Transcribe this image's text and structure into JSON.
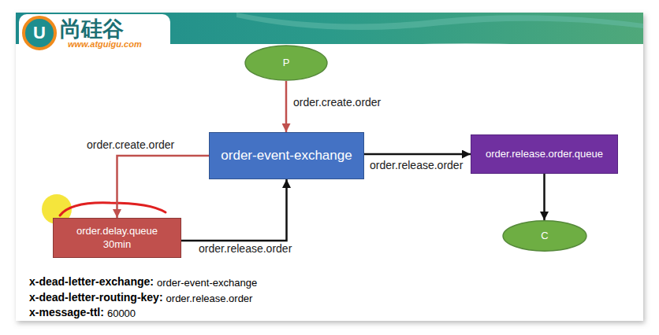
{
  "diagram": {
    "nodes": [
      {
        "text": [
          "P"
        ]
      },
      {
        "text": [
          "order-event-exchange"
        ]
      },
      {
        "text": [
          "order.release.order.queue"
        ]
      },
      {
        "text": [
          "order.delay.queue",
          "30min"
        ]
      },
      {
        "text": [
          "C"
        ]
      }
    ],
    "edges": [
      {
        "from": 0,
        "to": 1,
        "label": "order.create.order",
        "arrow": "to"
      },
      {
        "from": 1,
        "to": 3,
        "label": "order.create.order",
        "arrow": "to"
      },
      {
        "from": 1,
        "to": 2,
        "label": "order.release.order",
        "arrow": "to"
      },
      {
        "from": 3,
        "to": 1,
        "label": "order.release.order",
        "arrow": "to"
      },
      {
        "from": 2,
        "to": 4,
        "arrow": "to"
      }
    ],
    "labels": [
      "U",
      "尚硅谷",
      "www.atguigu.com",
      "x-dead-letter-exchange:",
      "order-event-exchange",
      "x-dead-letter-routing-key:",
      "order.release.order",
      "x-message-ttl:",
      "60000"
    ]
  }
}
